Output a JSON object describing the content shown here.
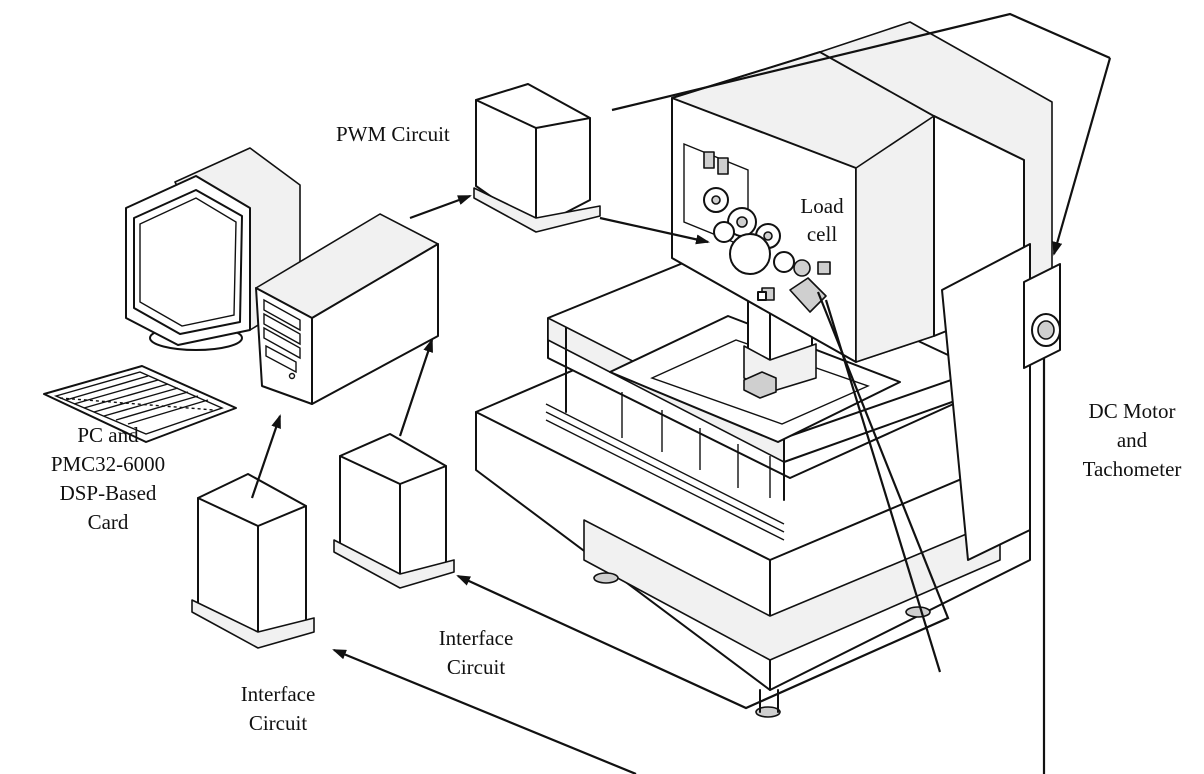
{
  "labels": {
    "pwm": "PWM Circuit",
    "load_line1": "Load",
    "load_line2": "cell",
    "dc_line1": "DC Motor",
    "dc_line2": "and",
    "dc_line3": "Tachometer",
    "pc_line1": "PC and",
    "pc_line2": "PMC32-6000",
    "pc_line3": "DSP-Based",
    "pc_line4": "Card",
    "iface_mid_line1": "Interface",
    "iface_mid_line2": "Circuit",
    "iface_left_line1": "Interface",
    "iface_left_line2": "Circuit"
  }
}
